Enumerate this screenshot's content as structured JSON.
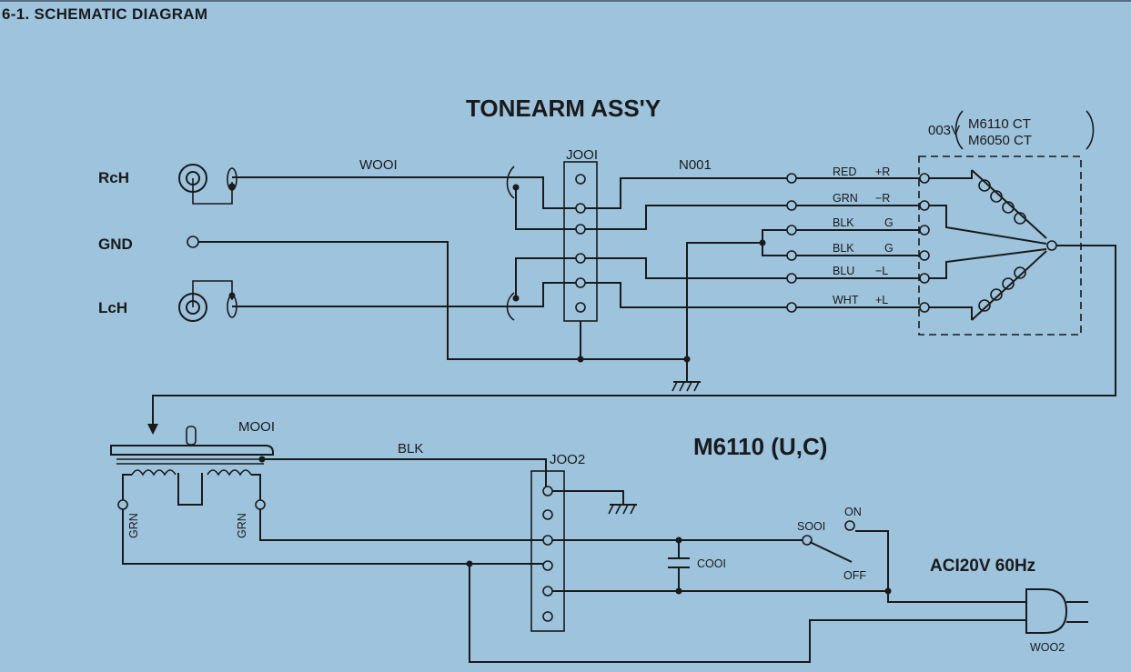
{
  "section_title": "6-1. SCHEMATIC DIAGRAM",
  "diagram": {
    "tonearm_title": "TONEARM ASS'Y",
    "model_title": "M6110 (U,C)",
    "cartridge": {
      "ref": "003V",
      "models": [
        "M6110 CT",
        "M6050 CT"
      ]
    },
    "inputs": {
      "rch": "RcH",
      "gnd": "GND",
      "lch": "LcH"
    },
    "cables": {
      "w001": "WOOI",
      "n001": "N001",
      "blk": "BLK",
      "w002": "WOO2"
    },
    "jacks": {
      "j001": "JOOI",
      "j002": "JOO2"
    },
    "wires": [
      {
        "color": "RED",
        "signal": "+R"
      },
      {
        "color": "GRN",
        "signal": "−R"
      },
      {
        "color": "BLK",
        "signal": "G"
      },
      {
        "color": "BLK",
        "signal": "G"
      },
      {
        "color": "BLU",
        "signal": "−L"
      },
      {
        "color": "WHT",
        "signal": "+L"
      }
    ],
    "motor": {
      "ref": "MOOI",
      "lead_left": "GRN",
      "lead_right": "GRN"
    },
    "switch": {
      "ref": "SOOI",
      "on": "ON",
      "off": "OFF"
    },
    "capacitor": "COOI",
    "power": "ACI20V 60Hz"
  }
}
